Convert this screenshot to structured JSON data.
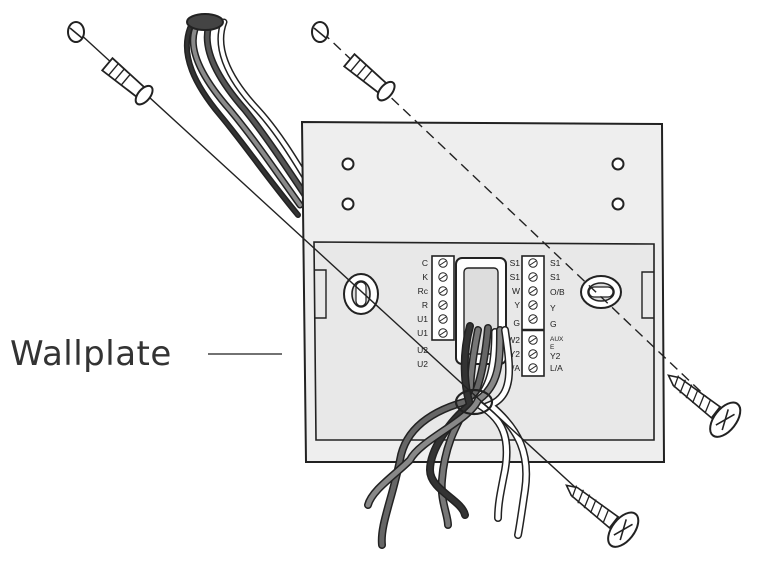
{
  "callout": {
    "text": "Wallplate"
  },
  "terminals_left_labels": [
    "C",
    "K",
    "Rc",
    "R",
    "U1",
    "U1",
    "U2",
    "U2"
  ],
  "terminals_center_labels": [
    "S1",
    "S1",
    "W",
    "Y",
    "G",
    "W2",
    "Y2",
    "L/A"
  ],
  "terminals_right_labels": [
    "S1",
    "S1",
    "O/B",
    "Y",
    "G",
    "AUX",
    "E",
    "Y2",
    "L/A"
  ],
  "colors": {
    "outline": "#222222",
    "plate_fill": "#eeeeee",
    "plate_inner": "#e4e4e4",
    "wire_dark": "#2b2b2b",
    "wire_gray": "#7a7a7a"
  }
}
